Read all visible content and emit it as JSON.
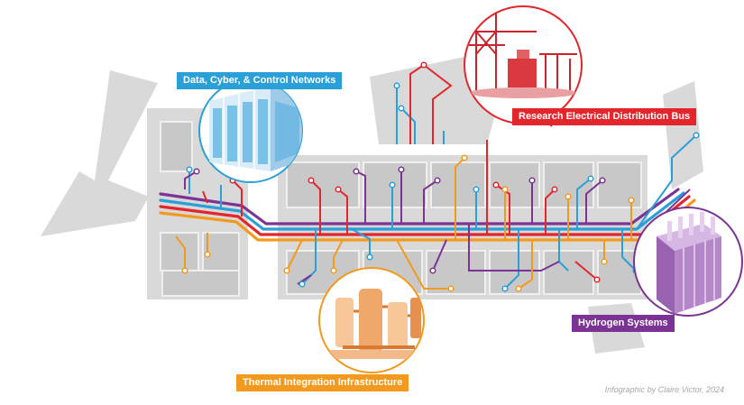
{
  "labels": {
    "data_cyber": "Data, Cyber, & Control Networks",
    "electrical": "Research Electrical Distribution Bus",
    "hydrogen": "Hydrogen Systems",
    "thermal": "Thermal Integration Infrastructure"
  },
  "credit": "Infographic by Claire Victor, 2024",
  "colors": {
    "blue": "#2a9fd8",
    "red": "#e3262b",
    "purple": "#7b3494",
    "orange": "#f39a1e",
    "floor": "#d9d9d9",
    "room": "#c7c7c7"
  }
}
